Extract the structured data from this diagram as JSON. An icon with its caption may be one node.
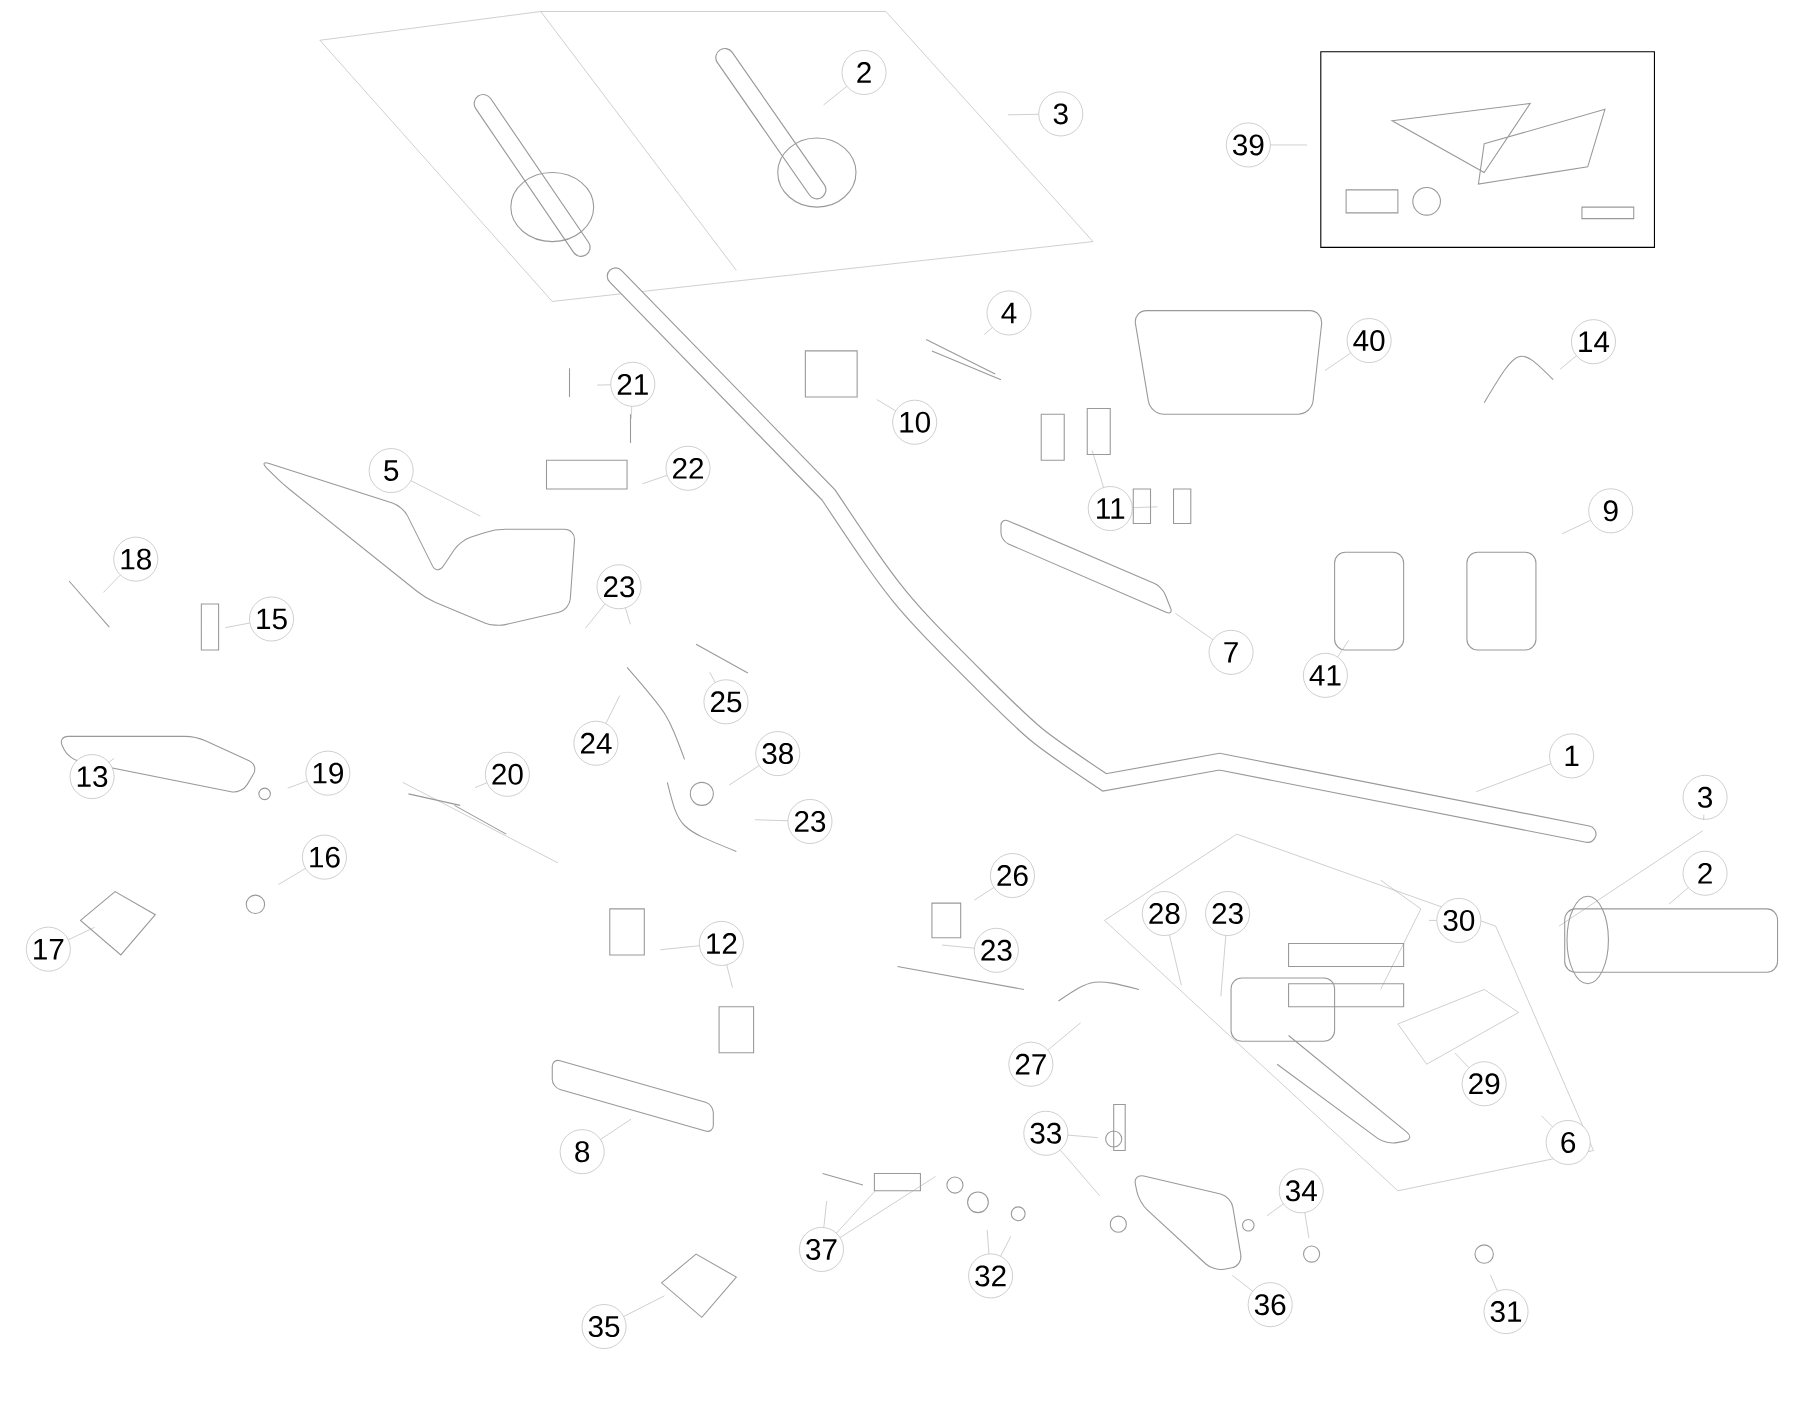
{
  "diagram": {
    "nodes": [
      {
        "text": [
          "2"
        ]
      },
      {
        "text": [
          "3"
        ]
      },
      {
        "text": [
          "39"
        ]
      },
      {
        "text": [
          "4"
        ]
      },
      {
        "text": [
          "40"
        ]
      },
      {
        "text": [
          "14"
        ]
      },
      {
        "text": [
          "21"
        ]
      },
      {
        "text": [
          "10"
        ]
      },
      {
        "text": [
          "22"
        ]
      },
      {
        "text": [
          "5"
        ]
      },
      {
        "text": [
          "11"
        ]
      },
      {
        "text": [
          "9"
        ]
      },
      {
        "text": [
          "18"
        ]
      },
      {
        "text": [
          "23"
        ]
      },
      {
        "text": [
          "15"
        ]
      },
      {
        "text": [
          "7"
        ]
      },
      {
        "text": [
          "41"
        ]
      },
      {
        "text": [
          "25"
        ]
      },
      {
        "text": [
          "24"
        ]
      },
      {
        "text": [
          "1"
        ]
      },
      {
        "text": [
          "38"
        ]
      },
      {
        "text": [
          "13"
        ]
      },
      {
        "text": [
          "20"
        ]
      },
      {
        "text": [
          "19"
        ]
      },
      {
        "text": [
          "3"
        ]
      },
      {
        "text": [
          "23"
        ]
      },
      {
        "text": [
          "16"
        ]
      },
      {
        "text": [
          "2"
        ]
      },
      {
        "text": [
          "26"
        ]
      },
      {
        "text": [
          "28"
        ]
      },
      {
        "text": [
          "23"
        ]
      },
      {
        "text": [
          "30"
        ]
      },
      {
        "text": [
          "17"
        ]
      },
      {
        "text": [
          "12"
        ]
      },
      {
        "text": [
          "23"
        ]
      },
      {
        "text": [
          "27"
        ]
      },
      {
        "text": [
          "29"
        ]
      },
      {
        "text": [
          "8"
        ]
      },
      {
        "text": [
          "33"
        ]
      },
      {
        "text": [
          "6"
        ]
      },
      {
        "text": [
          "34"
        ]
      },
      {
        "text": [
          "37"
        ]
      },
      {
        "text": [
          "32"
        ]
      },
      {
        "text": [
          "36"
        ]
      },
      {
        "text": [
          "31"
        ]
      },
      {
        "text": [
          "35"
        ]
      }
    ],
    "edges": [
      {
        "from": 0,
        "to": null,
        "arrow": "none"
      },
      {
        "from": 1,
        "to": null,
        "arrow": "none"
      },
      {
        "from": 2,
        "to": null,
        "arrow": "none"
      },
      {
        "from": 3,
        "to": null,
        "arrow": "none"
      },
      {
        "from": 4,
        "to": null,
        "arrow": "none"
      },
      {
        "from": 5,
        "to": null,
        "arrow": "none"
      },
      {
        "from": 6,
        "to": null,
        "arrow": "none"
      },
      {
        "from": 6,
        "to": null,
        "arrow": "none"
      },
      {
        "from": 7,
        "to": null,
        "arrow": "none"
      },
      {
        "from": 8,
        "to": null,
        "arrow": "none"
      },
      {
        "from": 9,
        "to": null,
        "arrow": "none"
      },
      {
        "from": 10,
        "to": null,
        "arrow": "none"
      },
      {
        "from": 10,
        "to": null,
        "arrow": "none"
      },
      {
        "from": 11,
        "to": null,
        "arrow": "none"
      },
      {
        "from": 12,
        "to": null,
        "arrow": "none"
      },
      {
        "from": 13,
        "to": null,
        "arrow": "none"
      },
      {
        "from": 13,
        "to": null,
        "arrow": "none"
      },
      {
        "from": 14,
        "to": null,
        "arrow": "none"
      },
      {
        "from": 15,
        "to": null,
        "arrow": "none"
      },
      {
        "from": 16,
        "to": null,
        "arrow": "none"
      },
      {
        "from": 17,
        "to": null,
        "arrow": "none"
      },
      {
        "from": 18,
        "to": null,
        "arrow": "none"
      },
      {
        "from": 19,
        "to": null,
        "arrow": "none"
      },
      {
        "from": 20,
        "to": null,
        "arrow": "none"
      },
      {
        "from": 21,
        "to": null,
        "arrow": "none"
      },
      {
        "from": 22,
        "to": null,
        "arrow": "none"
      },
      {
        "from": 23,
        "to": null,
        "arrow": "none"
      },
      {
        "from": 24,
        "to": null,
        "arrow": "none"
      },
      {
        "from": 25,
        "to": null,
        "arrow": "none"
      },
      {
        "from": 26,
        "to": null,
        "arrow": "none"
      },
      {
        "from": 27,
        "to": null,
        "arrow": "none"
      },
      {
        "from": 28,
        "to": null,
        "arrow": "none"
      },
      {
        "from": 29,
        "to": null,
        "arrow": "none"
      },
      {
        "from": 30,
        "to": null,
        "arrow": "none"
      },
      {
        "from": 31,
        "to": null,
        "arrow": "none"
      },
      {
        "from": 32,
        "to": null,
        "arrow": "none"
      },
      {
        "from": 33,
        "to": null,
        "arrow": "none"
      },
      {
        "from": 33,
        "to": null,
        "arrow": "none"
      },
      {
        "from": 34,
        "to": null,
        "arrow": "none"
      },
      {
        "from": 35,
        "to": null,
        "arrow": "none"
      },
      {
        "from": 36,
        "to": null,
        "arrow": "none"
      },
      {
        "from": 37,
        "to": null,
        "arrow": "none"
      },
      {
        "from": 38,
        "to": null,
        "arrow": "none"
      },
      {
        "from": 38,
        "to": null,
        "arrow": "none"
      },
      {
        "from": 39,
        "to": null,
        "arrow": "none"
      },
      {
        "from": 40,
        "to": null,
        "arrow": "none"
      },
      {
        "from": 40,
        "to": null,
        "arrow": "none"
      },
      {
        "from": 41,
        "to": null,
        "arrow": "none"
      },
      {
        "from": 41,
        "to": null,
        "arrow": "none"
      },
      {
        "from": 41,
        "to": null,
        "arrow": "none"
      },
      {
        "from": 42,
        "to": null,
        "arrow": "none"
      },
      {
        "from": 42,
        "to": null,
        "arrow": "none"
      },
      {
        "from": 43,
        "to": null,
        "arrow": "none"
      },
      {
        "from": 44,
        "to": null,
        "arrow": "none"
      },
      {
        "from": 45,
        "to": null,
        "arrow": "none"
      }
    ]
  }
}
